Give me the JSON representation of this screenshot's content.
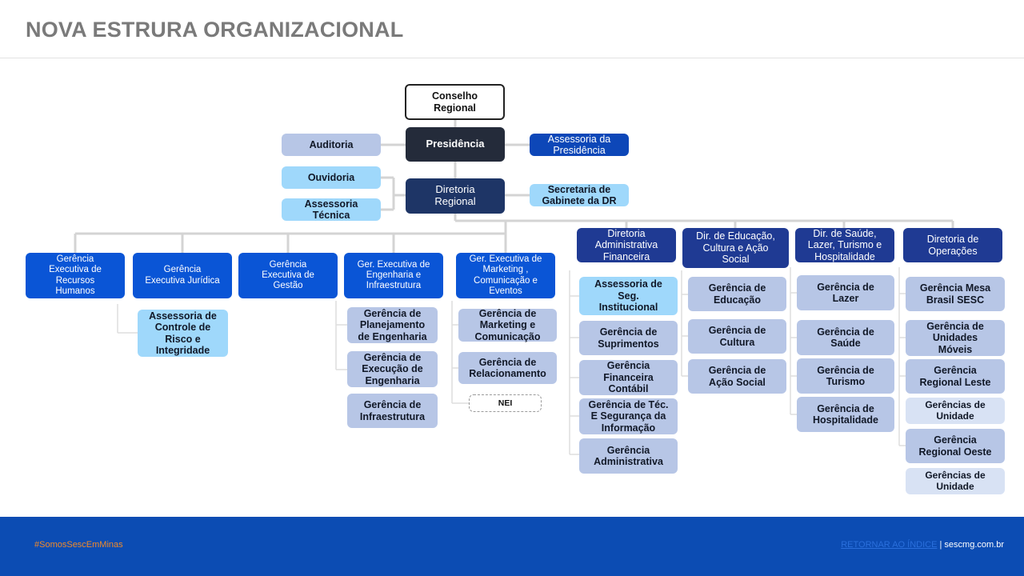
{
  "title": "NOVA ESTRURA ORGANIZACIONAL",
  "footer": {
    "hashtag": "#SomosSescEmMinas",
    "back_link": "RETORNAR AO ÍNDICE",
    "separator": " | ",
    "site": "sescmg.com.br"
  },
  "colors": {
    "executive_blue": "#0a55d6",
    "directorate_navy": "#1f3a93",
    "presidency_dark": "#242b3a",
    "light_blue": "#b7c6e6",
    "cyan": "#9fd8fb",
    "footer_blue": "#0c4cb3",
    "hashtag_orange": "#f08a2a"
  },
  "org": {
    "top": {
      "conselho": "Conselho\nRegional",
      "presidencia": "Presidência",
      "auditoria": "Auditoria",
      "assessoria_presidencia": "Assessoria da\nPresidência",
      "ouvidoria": "Ouvidoria",
      "assessoria_tecnica": "Assessoria\nTécnica",
      "diretoria_regional": "Diretoria\nRegional",
      "secretaria_gabinete": "Secretaria de\nGabinete da DR"
    },
    "executivas": {
      "rh": "Gerência\nExecutiva de\nRecursos\nHumanos",
      "juridica": "Gerência\nExecutiva Jurídica",
      "gestao": "Gerência\nExecutiva de\nGestão",
      "engenharia": "Ger. Executiva de\nEngenharia e\nInfraestrutura",
      "marketing": "Ger. Executiva de\nMarketing ,\nComunicação e\nEventos"
    },
    "juridica_children": [
      "Assessoria de\nControle de\nRisco e\nIntegridade"
    ],
    "engenharia_children": [
      "Gerência de\nPlanejamento\nde Engenharia",
      "Gerência de\nExecução de\nEngenharia",
      "Gerência de\nInfraestrutura"
    ],
    "marketing_children": [
      "Gerência de\nMarketing e\nComunicação",
      "Gerência de\nRelacionamento"
    ],
    "marketing_nei": "NEI",
    "diretorias": {
      "adm_fin": "Diretoria\nAdministrativa\nFinanceira",
      "educacao": "Dir. de Educação,\nCultura e Ação\nSocial",
      "saude": "Dir. de Saúde,\nLazer, Turismo e\nHospitalidade",
      "operacoes": "Diretoria de\nOperações"
    },
    "adm_fin_children": [
      "Assessoria de\nSeg.\nInstitucional",
      "Gerência de\nSuprimentos",
      "Gerência\nFinanceira\nContábil",
      "Gerência de Téc.\nE Segurança da\nInformação",
      "Gerência\nAdministrativa"
    ],
    "educacao_children": [
      "Gerência de\nEducação",
      "Gerência de\nCultura",
      "Gerência de\nAção Social"
    ],
    "saude_children": [
      "Gerência de\nLazer",
      "Gerência de\nSaúde",
      "Gerência de\nTurismo",
      "Gerência de\nHospitalidade"
    ],
    "operacoes_children": [
      "Gerência Mesa\nBrasil SESC",
      "Gerência de\nUnidades\nMóveis",
      "Gerência\nRegional Leste",
      "Gerências de\nUnidade",
      "Gerência\nRegional Oeste",
      "Gerências de\nUnidade"
    ]
  }
}
